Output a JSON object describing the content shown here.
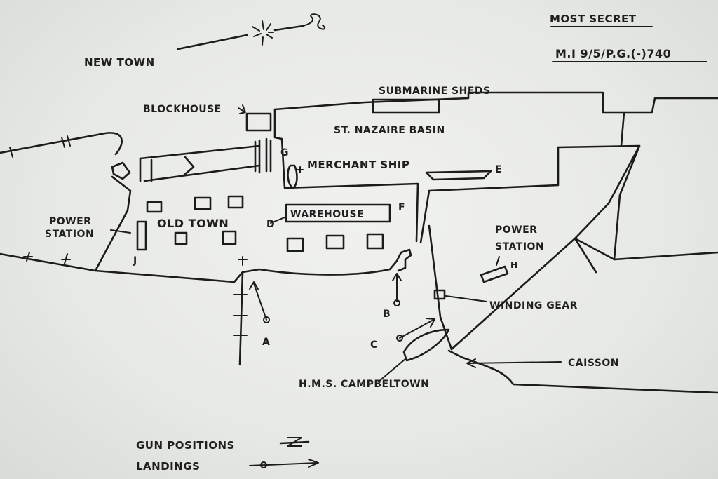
{
  "header": {
    "classification": "MOST SECRET",
    "reference": "M.I 9/5/P.G.(-)740"
  },
  "map": {
    "areas": {
      "new_town": "NEW TOWN",
      "old_town": "OLD TOWN",
      "st_nazaire_basin": "ST. NAZAIRE BASIN",
      "submarine_sheds": "SUBMARINE SHEDS",
      "blockhouse": "BLOCKHOUSE",
      "merchant_ship": "MERCHANT SHIP",
      "warehouse": "WAREHOUSE",
      "power_station_west_1": "POWER",
      "power_station_west_2": "STATION",
      "power_station_east_1": "POWER",
      "power_station_east_2": "STATION",
      "winding_gear": "WINDING GEAR",
      "caisson": "CAISSON",
      "campbeltown": "H.M.S. CAMPBELTOWN"
    },
    "markers": {
      "a": "A",
      "b": "B",
      "c": "C",
      "d": "D",
      "e": "E",
      "f": "F",
      "g": "G",
      "h": "H",
      "j": "J"
    }
  },
  "legend": {
    "gun_positions": "GUN POSITIONS",
    "landings": "LANDINGS"
  }
}
